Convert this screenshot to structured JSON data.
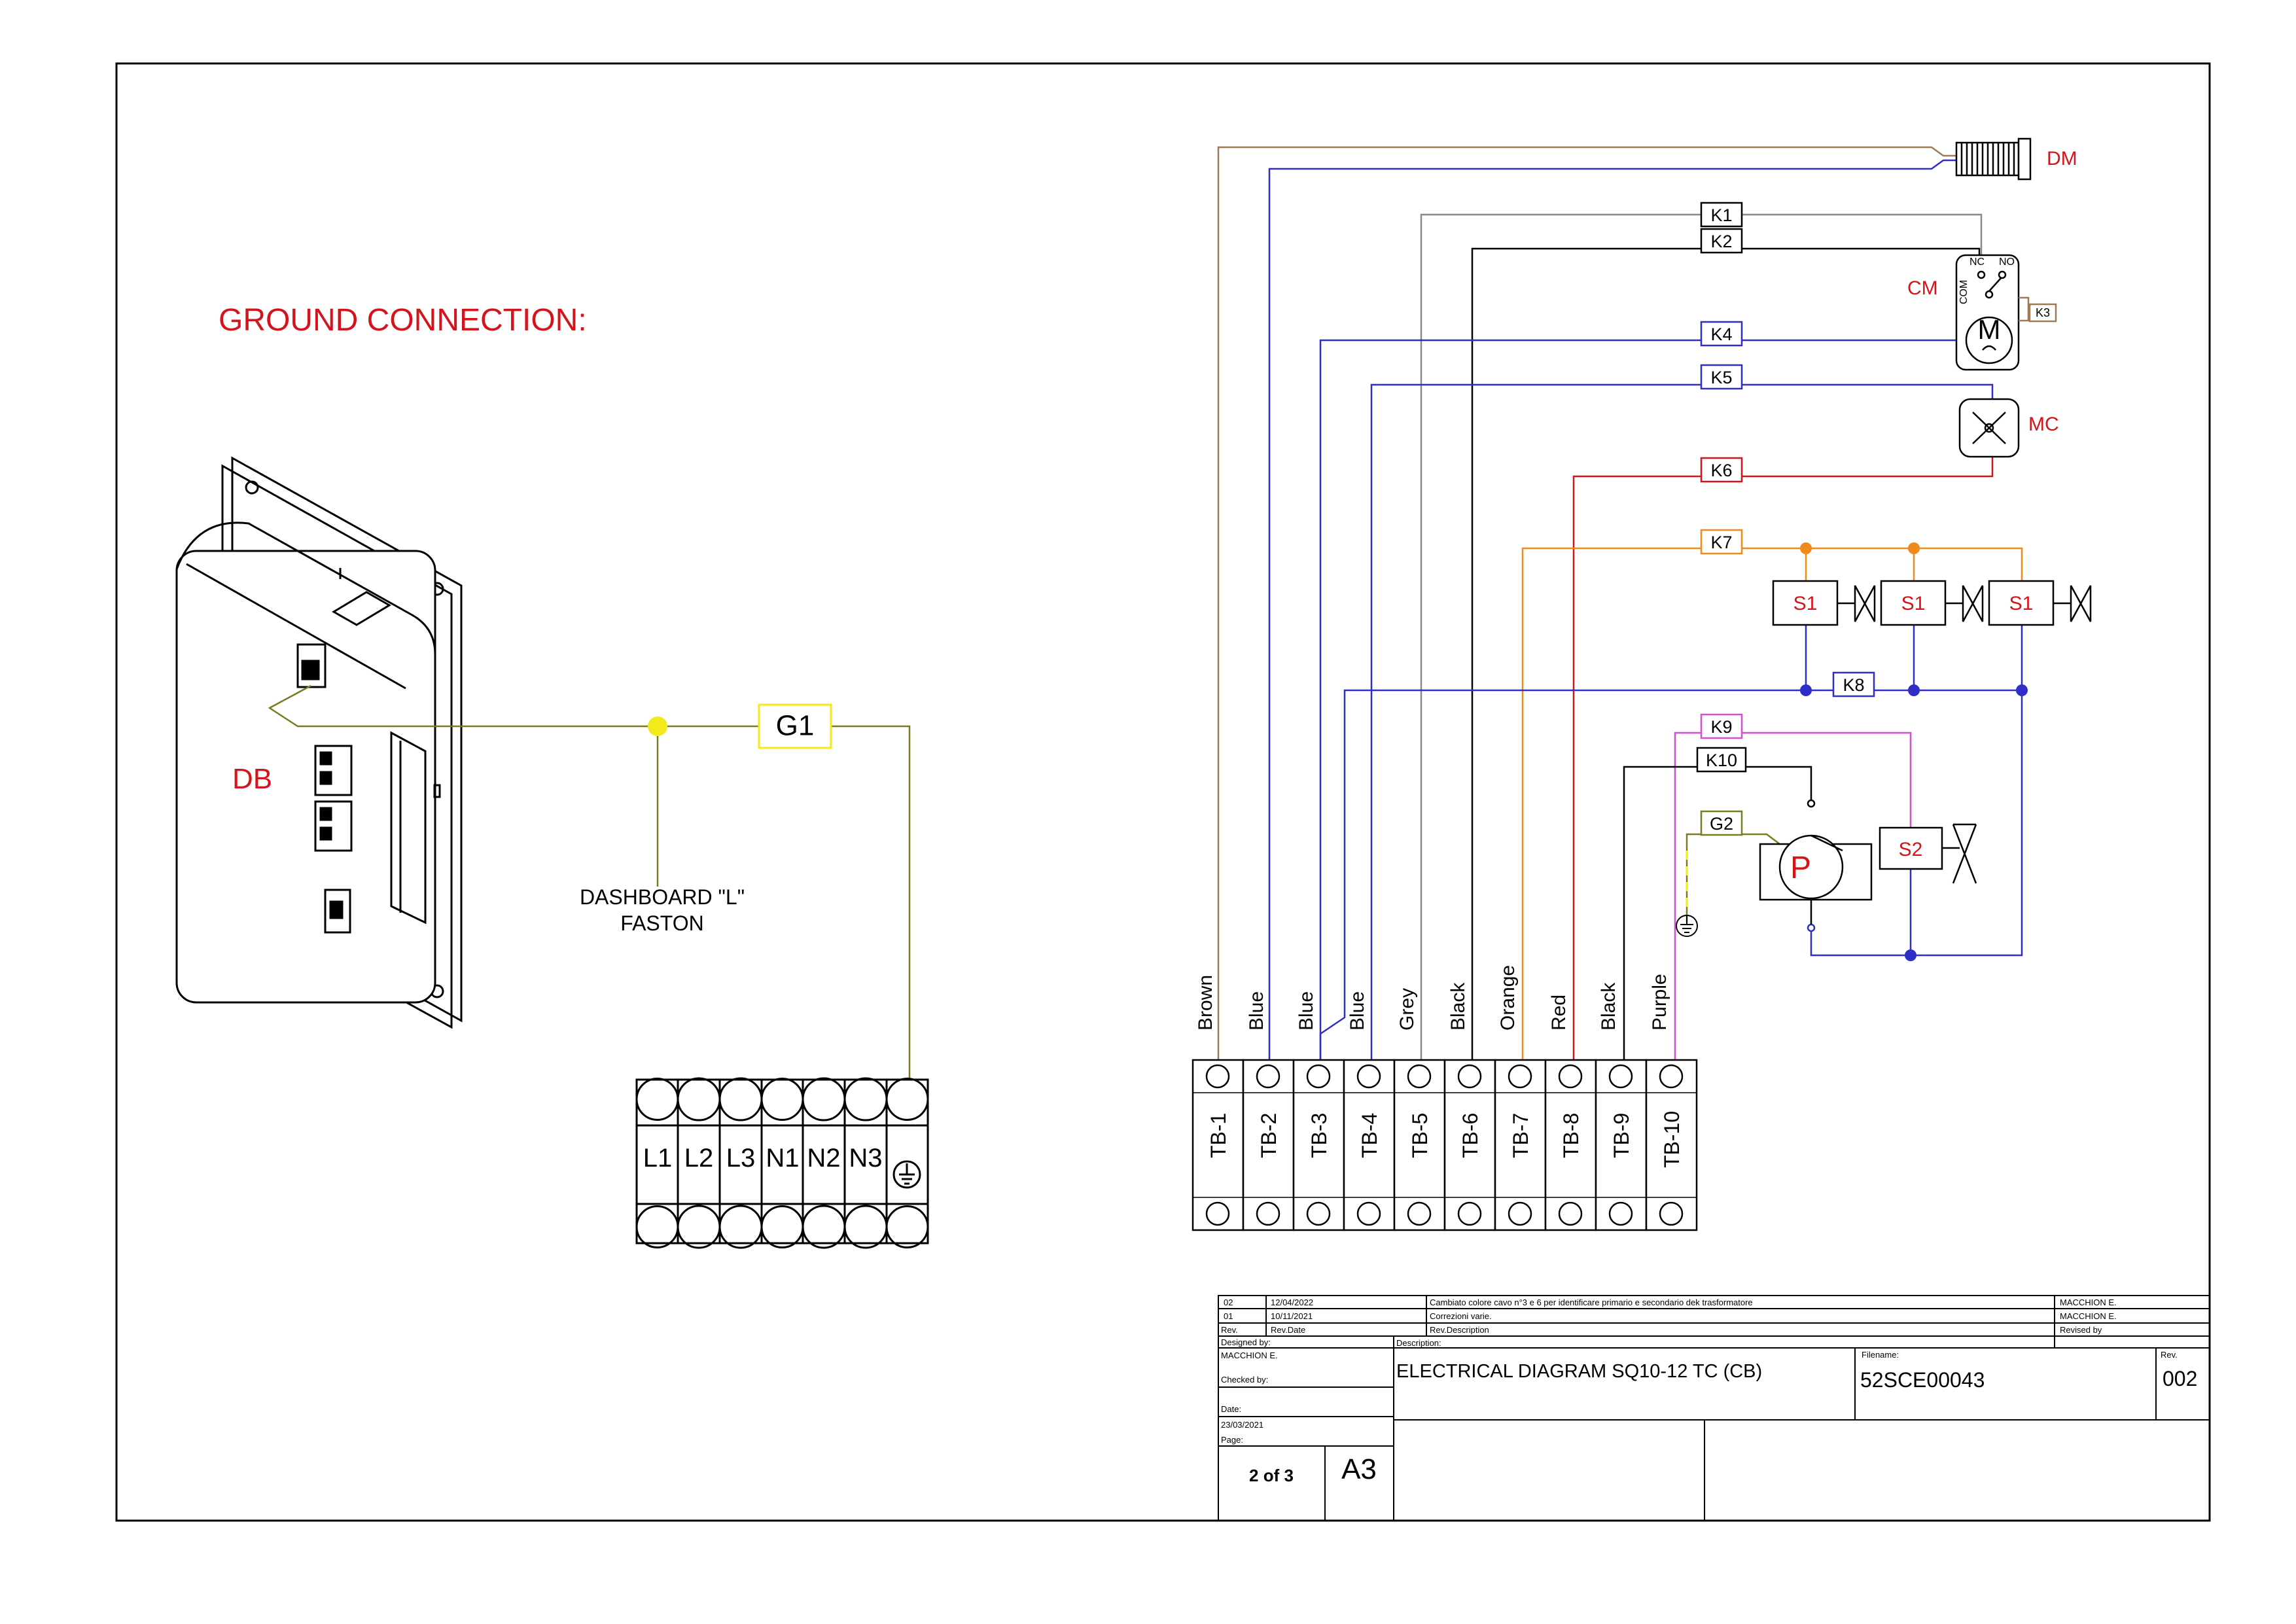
{
  "ground": {
    "title": "GROUND CONNECTION:",
    "db_label": "DB",
    "g1_label": "G1",
    "faston_line1": "DASHBOARD \"L\"",
    "faston_line2": "FASTON",
    "terminals": [
      "L1",
      "L2",
      "L3",
      "N1",
      "N2",
      "N3"
    ]
  },
  "components": {
    "dm": "DM",
    "cm": "CM",
    "mc": "MC",
    "s1": "S1",
    "s2": "S2",
    "p": "P",
    "motor": "M",
    "relay_nc": "NC",
    "relay_no": "NO",
    "relay_com": "COM",
    "relay_k3": "K3"
  },
  "connectors": [
    "K1",
    "K2",
    "K4",
    "K5",
    "K6",
    "K7",
    "K8",
    "K9",
    "K10",
    "G2"
  ],
  "terminal_block": {
    "labels": [
      "TB-1",
      "TB-2",
      "TB-3",
      "TB-4",
      "TB-5",
      "TB-6",
      "TB-7",
      "TB-8",
      "TB-9",
      "TB-10"
    ],
    "wires": [
      "Brown",
      "Blue",
      "Blue",
      "Blue",
      "Grey",
      "Black",
      "Orange",
      "Red",
      "Black",
      "Purple"
    ]
  },
  "wire_colors": {
    "brown": "#9c7b54",
    "blue": "#2f2fc8",
    "grey": "#8a8a8a",
    "black": "#000000",
    "orange": "#f08a1c",
    "red": "#d4141b",
    "purple": "#d050d0",
    "ground": "#7a7a20",
    "yellow": "#f2ea1a"
  },
  "title_block": {
    "rev_rows": [
      {
        "rev": "02",
        "date": "12/04/2022",
        "desc": "Cambiato colore cavo n°3 e 6 per identificare primario e secondario dek trasformatore",
        "by": "MACCHION E."
      },
      {
        "rev": "01",
        "date": "10/11/2021",
        "desc": "Correzioni varie.",
        "by": "MACCHION E."
      }
    ],
    "hdr_rev": "Rev.",
    "hdr_date": "Rev.Date",
    "hdr_desc": "Rev.Description",
    "hdr_by": "Revised by",
    "designed_by_label": "Designed by:",
    "designed_by": "MACCHION E.",
    "checked_by_label": "Checked by:",
    "date_label": "Date:",
    "date": "23/03/2021",
    "page_label": "Page:",
    "page": "2 of 3",
    "format": "A3",
    "description_label": "Description:",
    "description": "ELECTRICAL DIAGRAM SQ10-12 TC (CB)",
    "filename_label": "Filename:",
    "filename": "52SCE00043",
    "rev_label": "Rev.",
    "rev": "002"
  }
}
